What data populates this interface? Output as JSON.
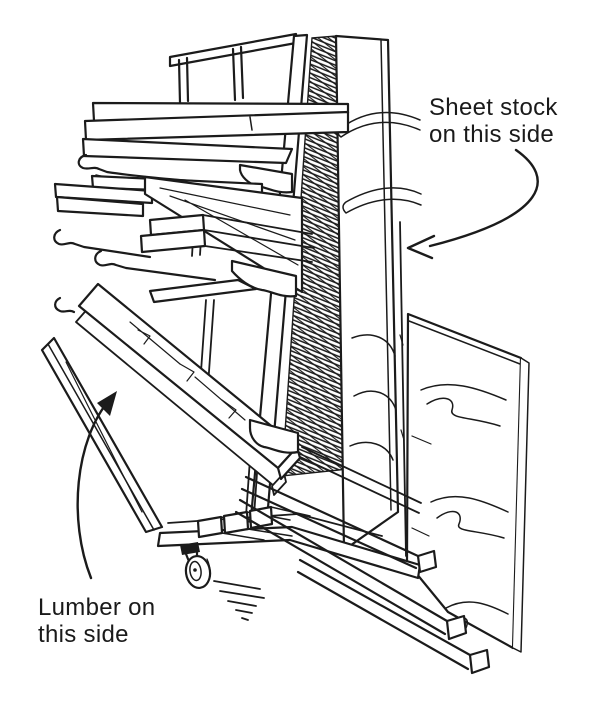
{
  "figure": {
    "type": "hand-drawn illustration",
    "subject": "Rolling cart storing sheet stock vertically on one side and lumber on cantilevered arms on the other",
    "background_color": "#ffffff",
    "ink_color": "#1b1b1b",
    "labels": {
      "sheet_stock": {
        "line1": "Sheet stock",
        "line2": "on this side"
      },
      "lumber": {
        "line1": "Lumber on",
        "line2": "this side"
      }
    }
  }
}
